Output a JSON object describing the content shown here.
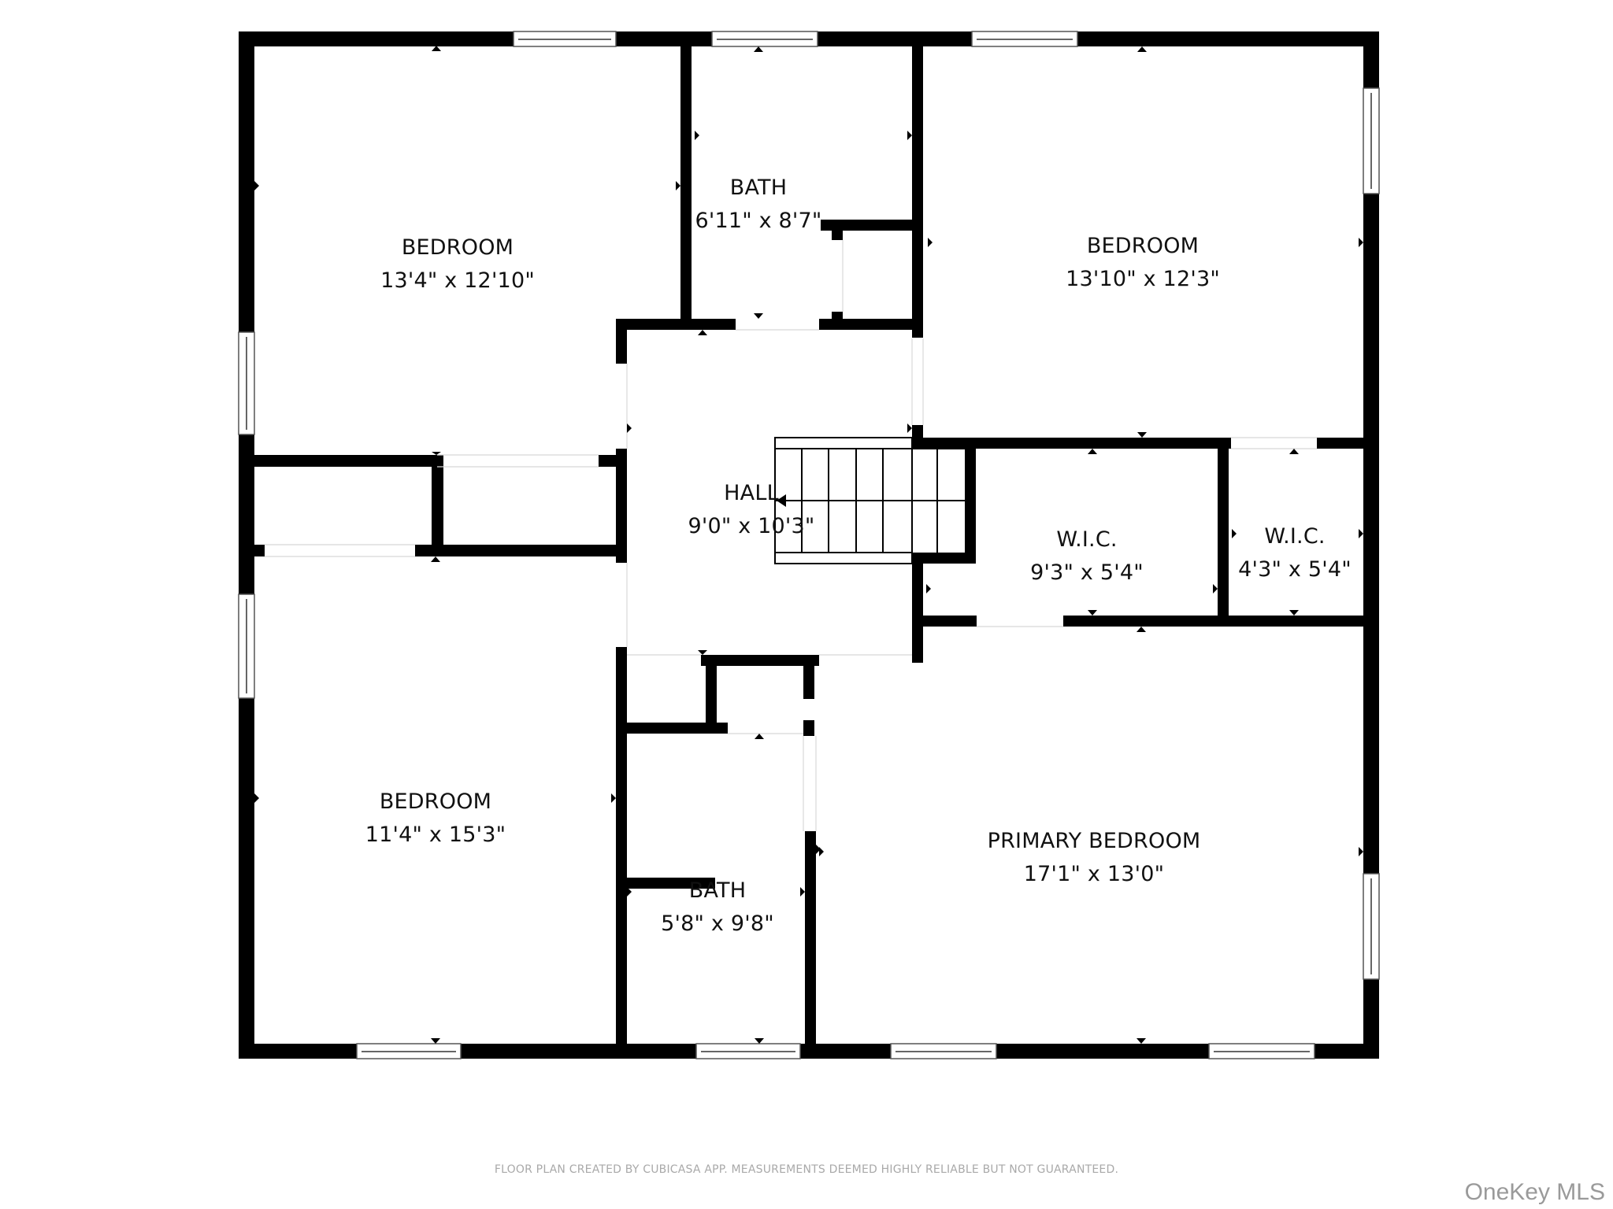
{
  "floor_plan": {
    "rooms": [
      {
        "id": "bedroom-nw",
        "name": "BEDROOM",
        "dims": "13'4\" x 12'10\""
      },
      {
        "id": "bath-north",
        "name": "BATH",
        "dims": "6'11\" x 8'7\""
      },
      {
        "id": "bedroom-ne",
        "name": "BEDROOM",
        "dims": "13'10\" x 12'3\""
      },
      {
        "id": "hall",
        "name": "HALL",
        "dims": "9'0\" x 10'3\""
      },
      {
        "id": "wic-1",
        "name": "W.I.C.",
        "dims": "9'3\" x 5'4\""
      },
      {
        "id": "wic-2",
        "name": "W.I.C.",
        "dims": "4'3\" x 5'4\""
      },
      {
        "id": "bedroom-sw",
        "name": "BEDROOM",
        "dims": "11'4\" x 15'3\""
      },
      {
        "id": "bath-south",
        "name": "BATH",
        "dims": "5'8\" x 9'8\""
      },
      {
        "id": "primary-bedroom",
        "name": "PRIMARY BEDROOM",
        "dims": "17'1\" x 13'0\""
      }
    ],
    "stairs": {
      "label": "stairs",
      "steps": 7
    }
  },
  "footer": {
    "disclaimer": "FLOOR PLAN CREATED BY CUBICASA APP. MEASUREMENTS DEEMED HIGHLY RELIABLE BUT NOT GUARANTEED.",
    "watermark": "OneKey MLS"
  },
  "colors": {
    "walls": "#000000",
    "background": "#ffffff",
    "disclaimer_text": "#a9a9a9",
    "watermark_text": "#9a9a9a"
  }
}
